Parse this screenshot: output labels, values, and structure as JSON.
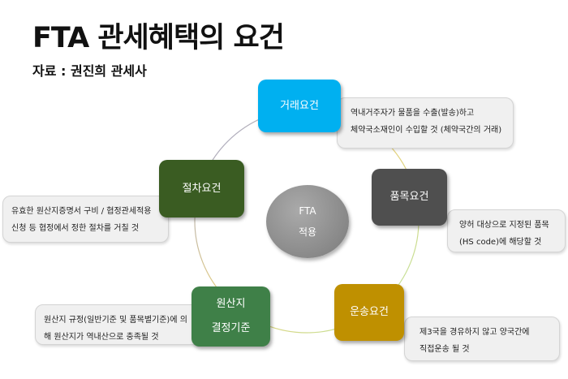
{
  "title": "FTA 관세혜택의 요건",
  "source": "자료 : 권진희 관세사",
  "center": {
    "line1": "FTA",
    "line2": "적용"
  },
  "nodes": [
    {
      "label": "거래요건",
      "color": "#00b0f0",
      "desc": [
        "역내거주자가  물품을 수출(발송)하고",
        "체약국소재인이 수입할 것 (체약국간의 거래)"
      ]
    },
    {
      "label": "품목요건",
      "color": "#4f4f4f",
      "desc": [
        "양허 대상으로 지정된 품목",
        "(HS code)에 해당할 것"
      ]
    },
    {
      "label": "운송요건",
      "color": "#bf9000",
      "desc": [
        "제3국을 경유하지 않고 양국간에",
        "직접운송 될 것"
      ]
    },
    {
      "label": "원산지",
      "label2": "결정기준",
      "color": "#3f8048",
      "desc": [
        "원산지 규정(일반기준 및 품목별기준)에 의",
        "해 원산지가 역내산으로 충족될 것"
      ]
    },
    {
      "label": "절차요건",
      "color": "#3a5c22",
      "desc": [
        "유효한 원산지증명서 구비 / 협정관세적용",
        "신청 등 협정에서 정한 절차를 거칠 것"
      ]
    }
  ]
}
